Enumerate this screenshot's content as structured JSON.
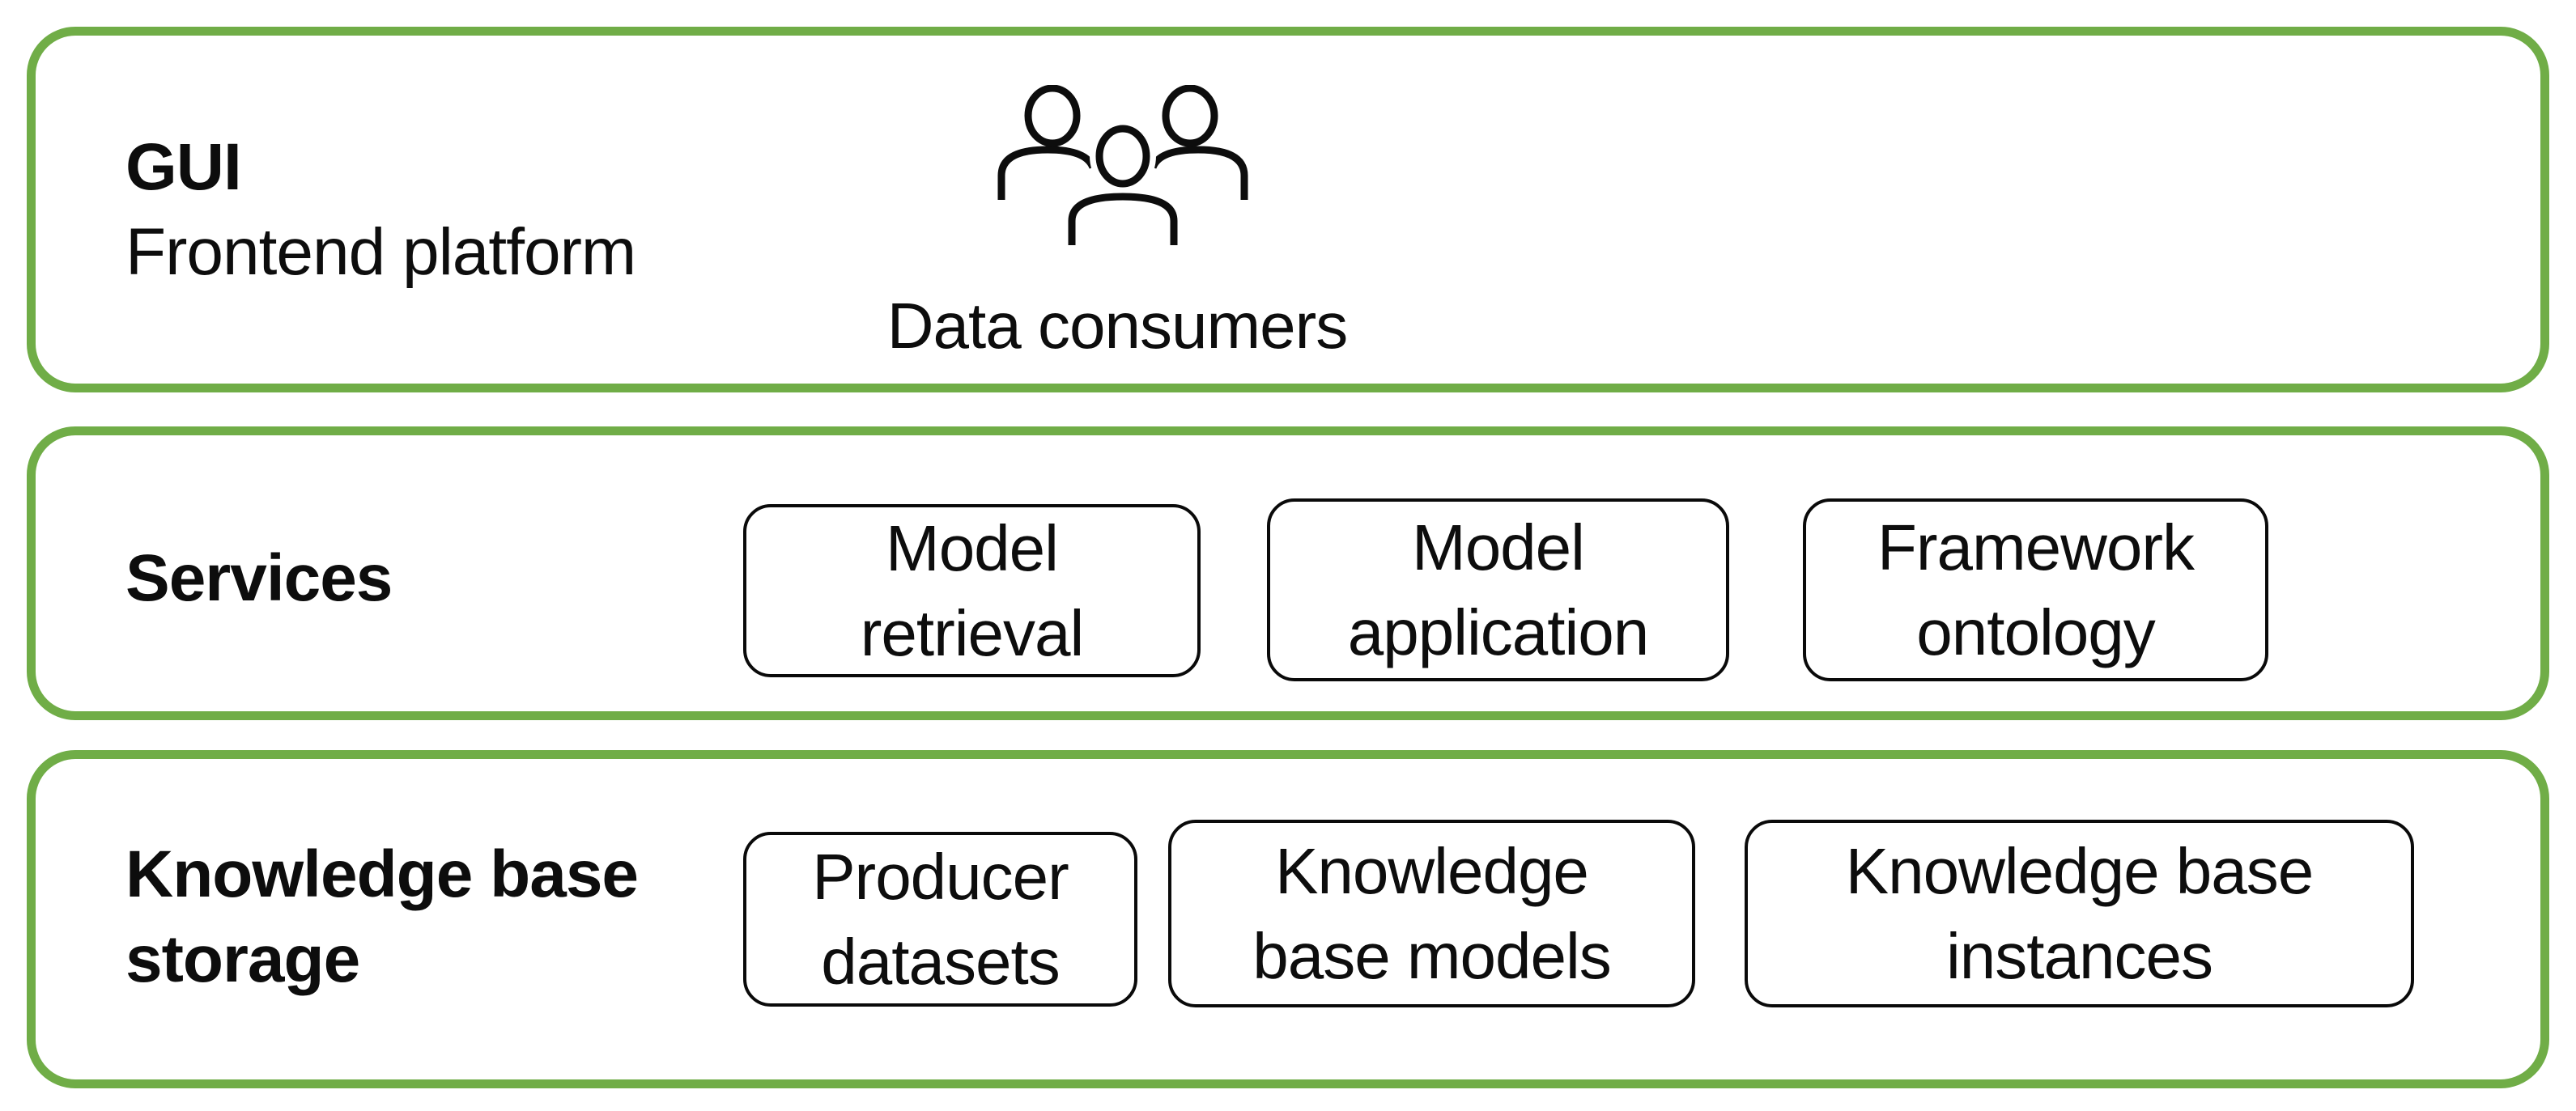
{
  "colors": {
    "accent_green": "#70ad47",
    "box_border": "#0a0a0a",
    "text": "#0d0d0d",
    "background": "#ffffff"
  },
  "gui_layer": {
    "title": "GUI",
    "subtitle": "Frontend platform",
    "icon": "people-group-icon",
    "caption": "Data consumers"
  },
  "services_layer": {
    "title": "Services",
    "boxes": [
      {
        "line1": "Model",
        "line2": "retrieval"
      },
      {
        "line1": "Model",
        "line2": "application"
      },
      {
        "line1": "Framework",
        "line2": "ontology"
      }
    ]
  },
  "storage_layer": {
    "title_line1": "Knowledge base",
    "title_line2": "storage",
    "boxes": [
      {
        "line1": "Producer",
        "line2": "datasets"
      },
      {
        "line1": "Knowledge",
        "line2": "base models"
      },
      {
        "line1": "Knowledge base",
        "line2": "instances"
      }
    ]
  }
}
